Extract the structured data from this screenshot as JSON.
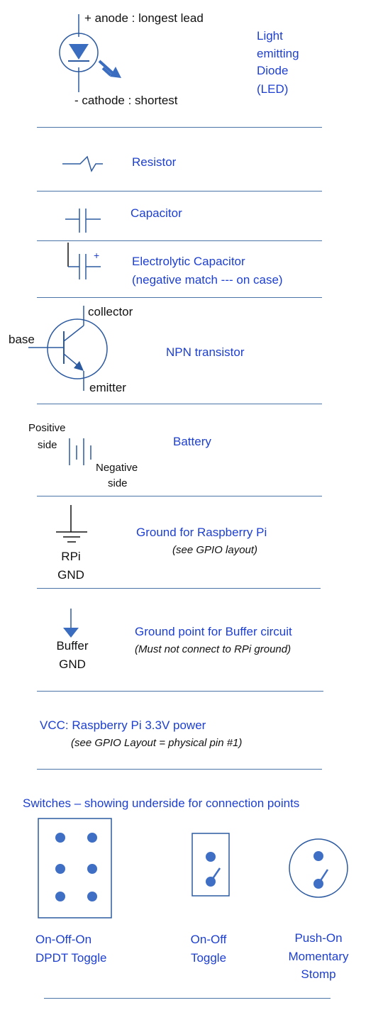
{
  "led": {
    "anode": "+ anode : longest lead",
    "cathode": "- cathode : shortest",
    "label_lines": [
      "Light",
      "emitting",
      "Diode",
      "(LED)"
    ]
  },
  "resistor": {
    "label": "Resistor"
  },
  "capacitor": {
    "label": "Capacitor"
  },
  "electrolytic": {
    "label1": "Electrolytic Capacitor",
    "label2": "(negative match  --- on case)",
    "plus": "+"
  },
  "transistor": {
    "collector": "collector",
    "base": "base",
    "emitter": "emitter",
    "label": "NPN transistor"
  },
  "battery": {
    "positive1": "Positive",
    "positive2": "side",
    "negative1": "Negative",
    "negative2": "side",
    "label": "Battery"
  },
  "rpi_ground": {
    "sym1": "RPi",
    "sym2": "GND",
    "label": "Ground for Raspberry Pi",
    "note": "(see GPIO layout)"
  },
  "buffer_ground": {
    "sym1": "Buffer",
    "sym2": "GND",
    "label": "Ground point for Buffer circuit",
    "note": "(Must not connect to RPi ground)"
  },
  "vcc": {
    "label": "VCC:  Raspberry Pi 3.3V power",
    "note": "(see GPIO Layout = physical pin #1)"
  },
  "switches": {
    "heading": "Switches – showing underside for connection points",
    "dpdt": [
      "On-Off-On",
      "DPDT Toggle"
    ],
    "onoff": [
      "On-Off",
      "Toggle"
    ],
    "pushon": [
      "Push-On",
      "Momentary",
      "Stomp"
    ]
  },
  "colors": {
    "text_blue": "#1d3fd0",
    "symbol_blue": "#2c5aa0",
    "dot_blue": "#3f6fc4",
    "separator": "#4a74a8"
  }
}
